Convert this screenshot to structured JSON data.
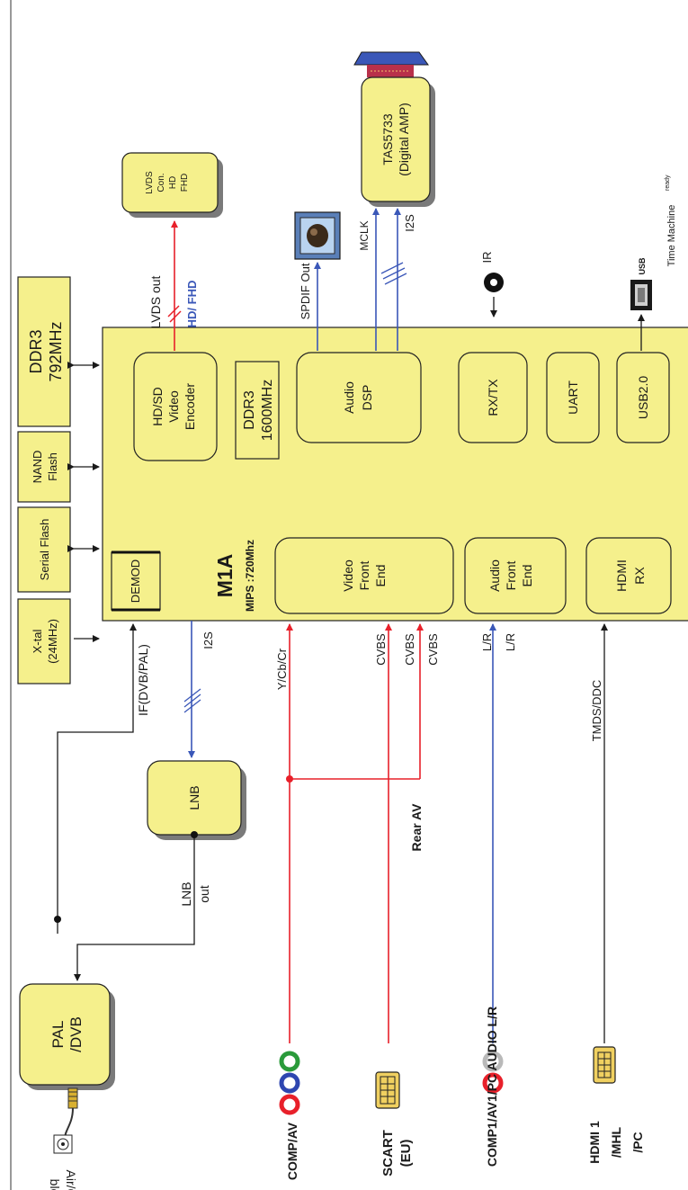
{
  "main_chip": {
    "name": "M1A",
    "mips": "MIPS :720Mhz"
  },
  "chip_blocks": {
    "video_encoder": [
      "HD/SD",
      "Video",
      "Encoder"
    ],
    "ddr_internal": [
      "DDR3",
      "1600MHz"
    ],
    "audio_dsp": [
      "Audio",
      "DSP"
    ],
    "rxtx": "RX/TX",
    "uart": "UART",
    "usb": "USB2.0",
    "video_front_end": [
      "Video",
      "Front",
      "End"
    ],
    "audio_front_end": [
      "Audio",
      "Front",
      "End"
    ],
    "hdmi_rx": [
      "HDMI",
      "RX"
    ],
    "demod": "DEMOD"
  },
  "memory": {
    "ddr3": [
      "DDR3",
      "792MHz"
    ],
    "nand": [
      "NAND",
      "Flash"
    ],
    "serial_flash": "Serial Flash",
    "xtal": [
      "X-tal",
      "(24MHz)"
    ]
  },
  "external": {
    "lvds_con": [
      "LVDS",
      "Con.",
      "HD",
      "FHD"
    ],
    "tas": [
      "TAS5733",
      "(Digital AMP)"
    ],
    "lnb": "LNB",
    "pal_dvb": [
      "PAL",
      "/DVB"
    ],
    "usb_icon": "USB",
    "time_machine": "Time Machine",
    "time_machine_sup": "ready"
  },
  "signals": {
    "lvds_out": "LVDS out",
    "hd_fhd": "HD/ FHD",
    "spdif_out": "SPDIF Out",
    "mclk": "MCLK",
    "i2s_top": "I2S",
    "ir": "IR",
    "i2s_lnb": "I2S",
    "if_dvb": "IF(DVB/PAL)",
    "ycbcr": "Y/Cb/Cr",
    "cvbs1": "CVBS",
    "cvbs2": "CVBS",
    "cvbs3": "CVBS",
    "lr1": "L/R",
    "lr2": "L/R",
    "tmds": "TMDS/DDC",
    "if": "IF",
    "lnb_out": [
      "LNB",
      "out"
    ],
    "rear_av": "Rear AV"
  },
  "connectors": {
    "comp_av": "COMP/AV",
    "scart": [
      "SCART",
      "(EU)"
    ],
    "comp_audio": "COMP1/AV1/PC AUDIO  L/R",
    "hdmi": [
      "HDMI 1",
      "/MHL",
      "/PC"
    ],
    "air_cable": [
      "Air/Ca",
      "ble"
    ]
  },
  "colors": {
    "box_fill": "#f5f08c",
    "video_line": "#e8202a",
    "audio_line": "#3a57b8",
    "control_line": "#1a1a1a"
  }
}
